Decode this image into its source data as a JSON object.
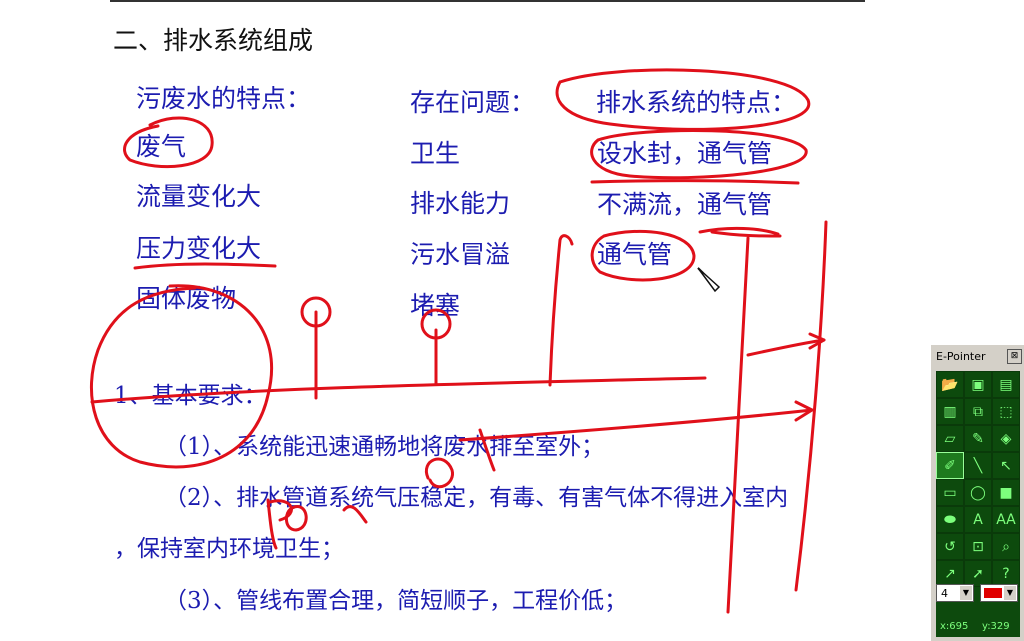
{
  "slide": {
    "heading": "二、排水系统组成",
    "col1_header": "污废水的特点：",
    "col1_items": [
      "废气",
      "流量变化大",
      "压力变化大",
      "固体废物"
    ],
    "col2_header": "存在问题：",
    "col2_items": [
      "卫生",
      "排水能力",
      "污水冒溢",
      "堵塞"
    ],
    "col3_header": "排水系统的特点：",
    "col3_items": [
      "设水封，通气管",
      "不满流，通气管",
      "通气管"
    ],
    "req_title": "1、基本要求：",
    "req_1": "（1）、系统能迅速通畅地将废水排至室外；",
    "req_2a": "（2）、排水管道系统气压稳定，有毒、有害气体不得进入室内",
    "req_2b": "，保持室内环境卫生；",
    "req_3": "（3）、管线布置合理，简短顺子，工程价低；",
    "annotation_color": "#e0101a",
    "text_color": "#1c1cb0"
  },
  "palette": {
    "title": "E-Pointer",
    "close": "⊠",
    "pen_size": "4",
    "pen_color": "#e00000",
    "coord_x": "x:695",
    "coord_y": "y:329",
    "tools": [
      {
        "name": "open-icon",
        "glyph": "📂"
      },
      {
        "name": "save-icon",
        "glyph": "▣"
      },
      {
        "name": "screen-icon",
        "glyph": "▤"
      },
      {
        "name": "print-icon",
        "glyph": "▥"
      },
      {
        "name": "copy-icon",
        "glyph": "⧉"
      },
      {
        "name": "select-icon",
        "glyph": "⬚"
      },
      {
        "name": "eraser-icon",
        "glyph": "▱"
      },
      {
        "name": "dropper-icon",
        "glyph": "✎"
      },
      {
        "name": "fill-icon",
        "glyph": "◈"
      },
      {
        "name": "pen-icon",
        "glyph": "✐"
      },
      {
        "name": "line-icon",
        "glyph": "╲"
      },
      {
        "name": "arrow-icon",
        "glyph": "↖"
      },
      {
        "name": "rectangle-icon",
        "glyph": "▭"
      },
      {
        "name": "ellipse-icon",
        "glyph": "◯"
      },
      {
        "name": "filled-rect-icon",
        "glyph": "■"
      },
      {
        "name": "filled-ellipse-icon",
        "glyph": "⬬"
      },
      {
        "name": "text-icon",
        "glyph": "A"
      },
      {
        "name": "text-small-icon",
        "glyph": "AA"
      },
      {
        "name": "undo-icon",
        "glyph": "↺"
      },
      {
        "name": "screenshot-icon",
        "glyph": "⊡"
      },
      {
        "name": "zoom-icon",
        "glyph": "⌕"
      },
      {
        "name": "pointer-icon",
        "glyph": "↗"
      },
      {
        "name": "cursor-icon",
        "glyph": "➚"
      },
      {
        "name": "help-icon",
        "glyph": "?"
      }
    ]
  }
}
